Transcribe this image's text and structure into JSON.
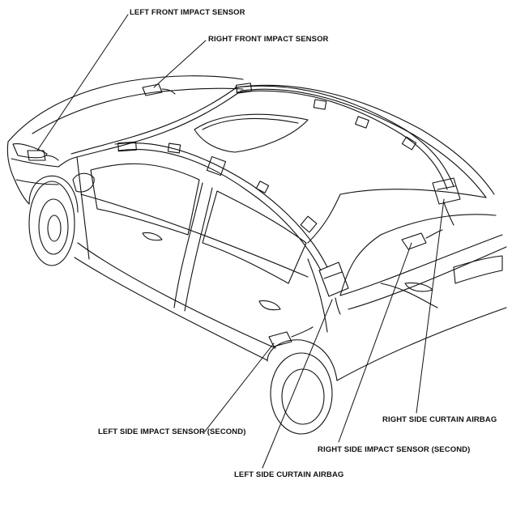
{
  "diagram": {
    "labels": {
      "left_front_impact_sensor": "LEFT FRONT IMPACT SENSOR",
      "right_front_impact_sensor": "RIGHT FRONT IMPACT SENSOR",
      "left_side_impact_sensor_second": "LEFT SIDE IMPACT SENSOR (SECOND)",
      "right_side_curtain_airbag": "RIGHT SIDE CURTAIN AIRBAG",
      "right_side_impact_sensor_second": "RIGHT SIDE IMPACT SENSOR (SECOND)",
      "left_side_curtain_airbag": "LEFT SIDE CURTAIN AIRBAG"
    },
    "colors": {
      "line": "#111111",
      "background": "#ffffff"
    }
  }
}
